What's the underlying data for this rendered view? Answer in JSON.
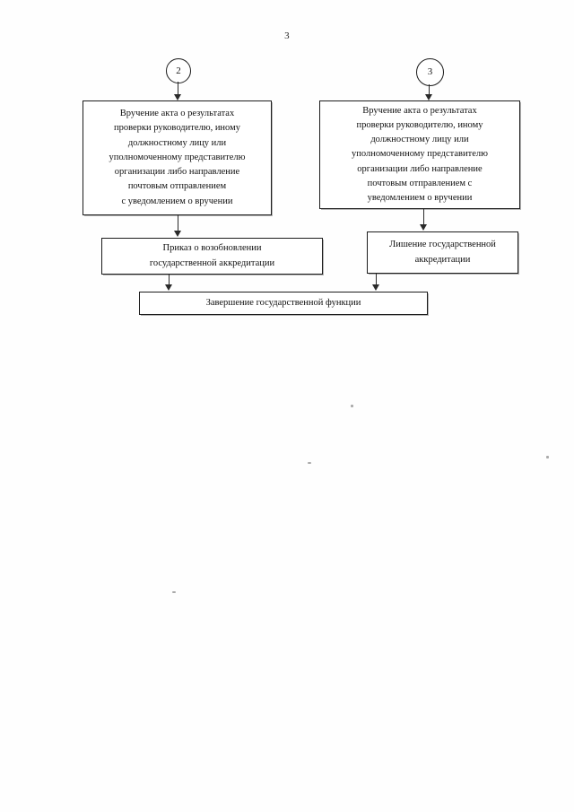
{
  "page": {
    "folio": "3",
    "language": "ru"
  },
  "connectors": [
    {
      "id": "in-2",
      "label": "2"
    },
    {
      "id": "in-3",
      "label": "3"
    }
  ],
  "flowchart": {
    "type": "flowchart",
    "nodes": [
      {
        "id": "deliver-act-left",
        "shape": "rectangle",
        "text": "Вручение акта о результатах\nпроверки руководителю, иному\nдолжностному лицу или\nуполномоченному представителю\nорганизации либо направление\nпочтовым отправлением\nс уведомлением о вручении"
      },
      {
        "id": "deliver-act-right",
        "shape": "rectangle",
        "text": "Вручение акта о результатах\nпроверки руководителю, иному\nдолжностному лицу или\nуполномоченному представителю\nорганизации либо направление\nпочтовым отправлением с\nуведомлением о вручении"
      },
      {
        "id": "order-resume",
        "shape": "rectangle",
        "text": "Приказ о возобновлении\nгосударственной аккредитации"
      },
      {
        "id": "revoke-accreditation",
        "shape": "rectangle",
        "text": "Лишение государственной\nаккредитации"
      },
      {
        "id": "finish-function",
        "shape": "rectangle",
        "text": "Завершение государственной функции"
      }
    ],
    "edges": [
      {
        "from": "in-2",
        "to": "deliver-act-left"
      },
      {
        "from": "in-3",
        "to": "deliver-act-right"
      },
      {
        "from": "deliver-act-left",
        "to": "order-resume"
      },
      {
        "from": "deliver-act-right",
        "to": "revoke-accreditation"
      },
      {
        "from": "order-resume",
        "to": "finish-function"
      },
      {
        "from": "revoke-accreditation",
        "to": "finish-function"
      }
    ]
  },
  "colors": {
    "ink": "#1c1c1c",
    "paper": "#fefefe",
    "arrow": "#2a2a2a"
  }
}
